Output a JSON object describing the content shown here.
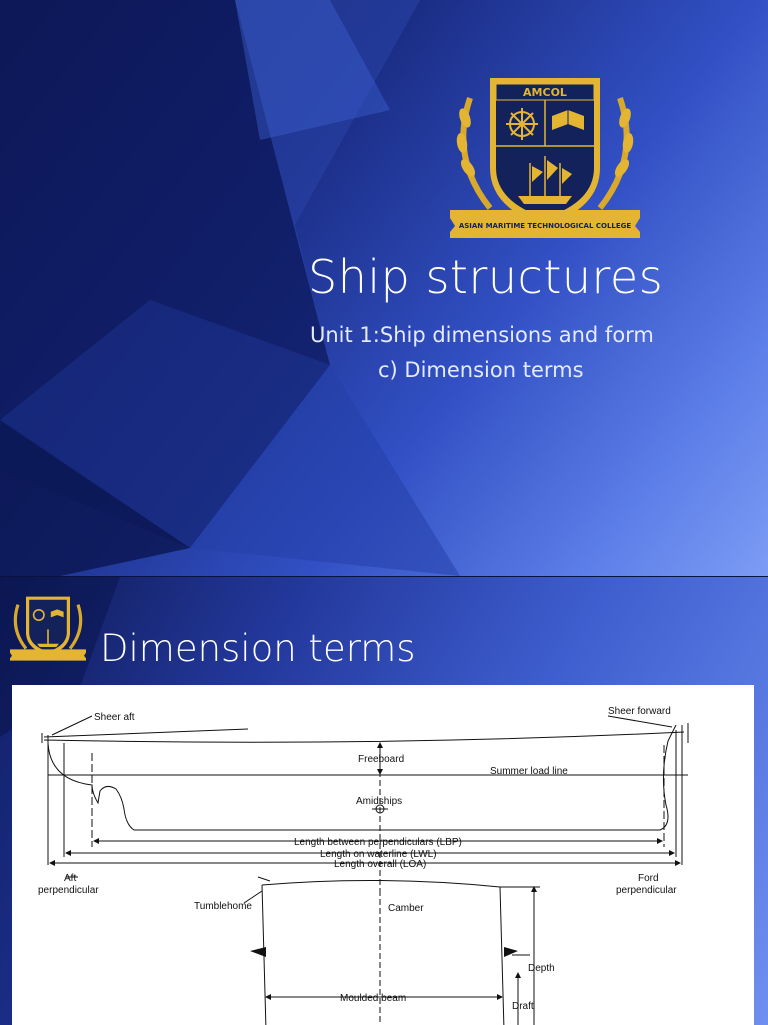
{
  "slide1": {
    "logo": {
      "top_text": "AMCOL",
      "ribbon_text": "ASIAN MARITIME TECHNOLOGICAL COLLEGE"
    },
    "title": "Ship structures",
    "subtitle_line1": "Unit 1:Ship dimensions and form",
    "subtitle_line2": "c) Dimension terms",
    "colors": {
      "accent_gold": "#e3b533",
      "shield_navy": "#14225c",
      "text": "#ffffff"
    }
  },
  "slide2": {
    "title": "Dimension terms",
    "diagram_labels": {
      "sheer_aft": "Sheer aft",
      "sheer_forward": "Sheer forward",
      "freeboard": "Freeboard",
      "summer_load_line": "Summer load line",
      "amidships": "Amidships",
      "lbp": "Length between perpendiculars (LBP)",
      "lwl": "Length on waterline (LWL)",
      "loa": "Length overall (LOA)",
      "aft_perp_1": "Aft",
      "aft_perp_2": "perpendicular",
      "ford_perp_1": "Ford",
      "ford_perp_2": "perpendicular",
      "tumblehome": "Tumblehome",
      "camber": "Camber",
      "depth": "Depth",
      "moulded_beam": "Moulded beam",
      "draft": "Draft"
    }
  }
}
